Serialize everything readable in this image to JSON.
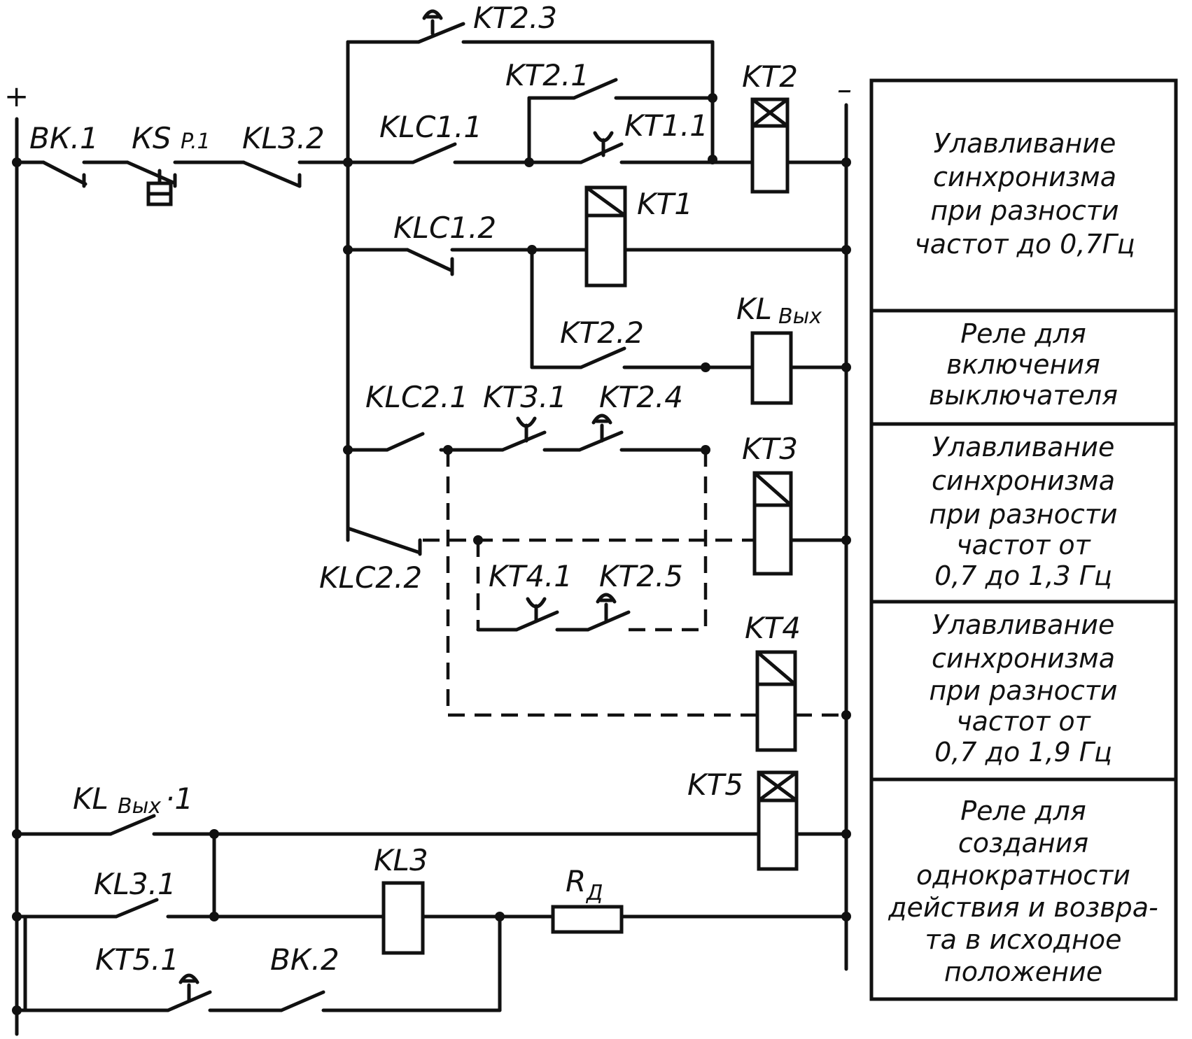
{
  "diagram": {
    "polarity": {
      "plus": "+",
      "minus": "–"
    },
    "contacts": {
      "bk1": "ВК.1",
      "ks": "КS",
      "ks_sub": "P.1",
      "kl32": "KL3.2",
      "kt23": "KT2.3",
      "kt21": "KT2.1",
      "klc11": "KLC1.1",
      "kt11": "KT1.1",
      "klc12": "KLC1.2",
      "kt22": "KT2.2",
      "klc21": "KLC2.1",
      "kt31": "KT3.1",
      "kt24": "KT2.4",
      "klc22": "KLC2.2",
      "kt41": "KT4.1",
      "kt25": "KT2.5",
      "klvyx1_main": "KL",
      "klvyx1_sub": "Вых",
      "klvyx1_suffix": "·1",
      "kl31": "KL3.1",
      "kt51": "KT5.1",
      "bk2": "ВК.2"
    },
    "coils": {
      "kt2": "KT2",
      "kt1": "KT1",
      "klvyx_main": "KL",
      "klvyx_sub": "Вых",
      "kt3": "KT3",
      "kt4": "KT4",
      "kt5": "KT5",
      "kl3": "KL3",
      "rd_main": "R",
      "rd_sub": "Д"
    },
    "notes": [
      {
        "lines": [
          "Улавливание",
          "синхронизма",
          "при разности",
          "частот до 0,7Гц"
        ]
      },
      {
        "lines": [
          "Реле для",
          "включения",
          "выключателя"
        ]
      },
      {
        "lines": [
          "Улавливание",
          "синхронизма",
          "при разности",
          "частот от",
          "0,7 до 1,3 Гц"
        ]
      },
      {
        "lines": [
          "Улавливание",
          "синхронизма",
          "при разности",
          "частот от",
          "0,7 до 1,9 Гц"
        ]
      },
      {
        "lines": [
          "Реле для",
          "создания",
          "однократности",
          "действия и возвра-",
          "та в исходное",
          "положение"
        ]
      }
    ]
  }
}
